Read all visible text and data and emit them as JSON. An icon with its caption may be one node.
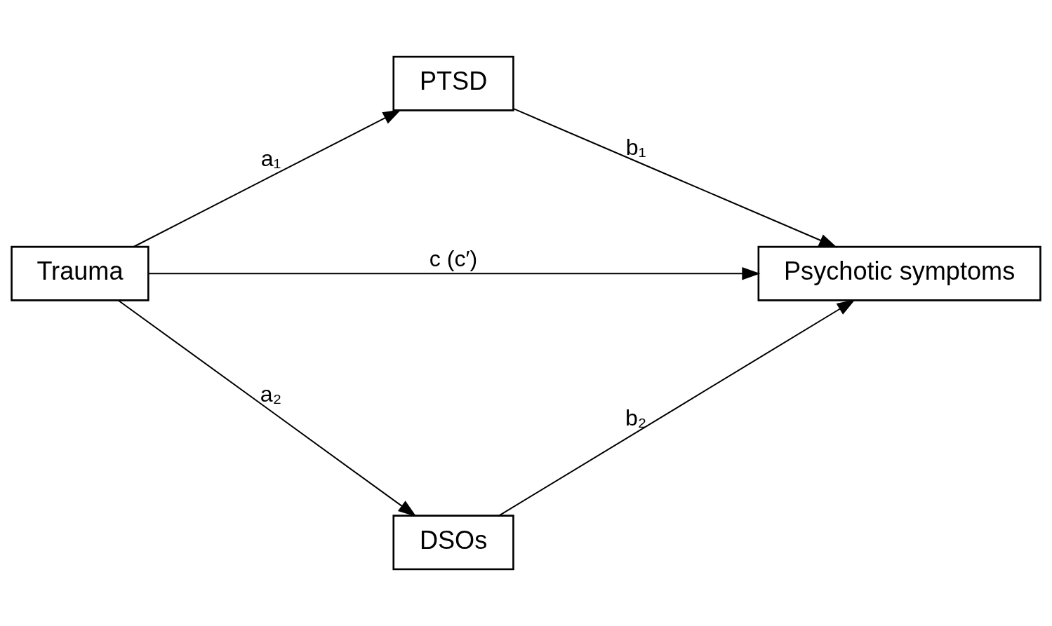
{
  "diagram": {
    "nodes": [
      {
        "text": [
          "PTSD"
        ]
      },
      {
        "text": [
          "Trauma"
        ]
      },
      {
        "text": [
          "Psychotic symptoms"
        ]
      },
      {
        "text": [
          "DSOs"
        ]
      }
    ],
    "edges": [
      {
        "from": 1,
        "to": 0,
        "arrow": "to",
        "label": "a₁"
      },
      {
        "from": 0,
        "to": 2,
        "arrow": "to",
        "label": "b₁"
      },
      {
        "from": 1,
        "to": 2,
        "arrow": "to",
        "label": "c (c′)"
      },
      {
        "from": 1,
        "to": 3,
        "arrow": "to",
        "label": "a₂"
      },
      {
        "from": 3,
        "to": 2,
        "arrow": "to",
        "label": "b₂"
      }
    ]
  }
}
